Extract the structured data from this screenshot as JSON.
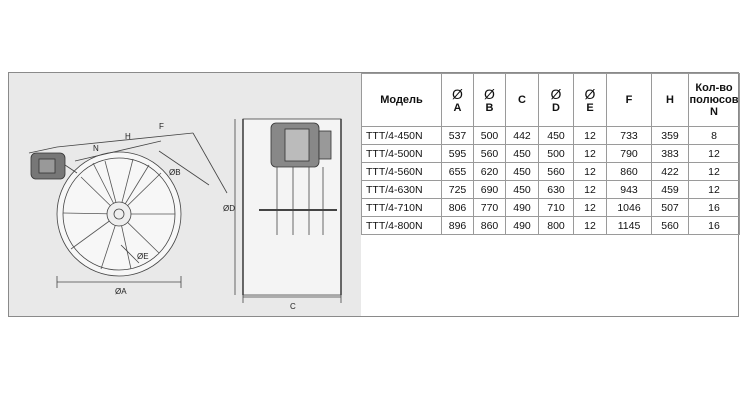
{
  "drawing": {
    "labels": {
      "a": "ØA",
      "b": "ØB",
      "c": "C",
      "d": "ØD",
      "e": "ØE",
      "f": "F",
      "h": "H",
      "n": "N"
    }
  },
  "table": {
    "headers": [
      {
        "symbol": "",
        "letter": "Модель"
      },
      {
        "symbol": "Ø",
        "letter": "A"
      },
      {
        "symbol": "Ø",
        "letter": "B"
      },
      {
        "symbol": "",
        "letter": "C"
      },
      {
        "symbol": "Ø",
        "letter": "D"
      },
      {
        "symbol": "Ø",
        "letter": "E"
      },
      {
        "symbol": "",
        "letter": "F"
      },
      {
        "symbol": "",
        "letter": "H"
      },
      {
        "symbol": "",
        "letter": "Кол-во полюсов N"
      }
    ],
    "rows": [
      [
        "TTT/4-450N",
        "537",
        "500",
        "442",
        "450",
        "12",
        "733",
        "359",
        "8"
      ],
      [
        "TTT/4-500N",
        "595",
        "560",
        "450",
        "500",
        "12",
        "790",
        "383",
        "12"
      ],
      [
        "TTT/4-560N",
        "655",
        "620",
        "450",
        "560",
        "12",
        "860",
        "422",
        "12"
      ],
      [
        "TTT/4-630N",
        "725",
        "690",
        "450",
        "630",
        "12",
        "943",
        "459",
        "12"
      ],
      [
        "TTT/4-710N",
        "806",
        "770",
        "490",
        "710",
        "12",
        "1046",
        "507",
        "16"
      ],
      [
        "TTT/4-800N",
        "896",
        "860",
        "490",
        "800",
        "12",
        "1145",
        "560",
        "16"
      ]
    ]
  }
}
